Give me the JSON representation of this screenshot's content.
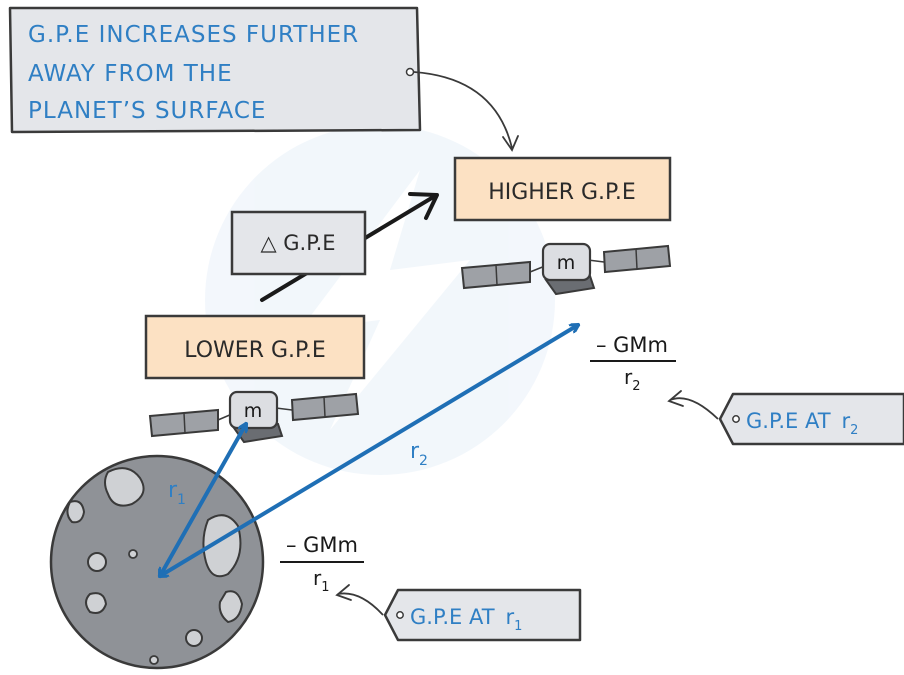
{
  "header_label": {
    "lines": [
      "G.P.E  INCREASES  FURTHER",
      "AWAY  FROM  THE",
      "PLANET’S  SURFACE"
    ]
  },
  "higher_label": "HIGHER  G.P.E",
  "lower_label": "LOWER  G.P.E",
  "delta_label": "△ G.P.E",
  "satellite_mass": "m",
  "r1_label": {
    "base": "r",
    "sub": "1"
  },
  "r2_label": {
    "base": "r",
    "sub": "2"
  },
  "formula_r1": {
    "numerator": "– GMm",
    "denominator": "r",
    "sub": "1"
  },
  "formula_r2": {
    "numerator": "– GMm",
    "denominator": "r",
    "sub": "2"
  },
  "tag_r1": {
    "text": "G.P.E  AT",
    "var": "r",
    "sub": "1"
  },
  "tag_r2": {
    "text": "G.P.E  AT",
    "var": "r",
    "sub": "2"
  },
  "colors": {
    "blue_text": "#2f7fc4",
    "blue_arrow": "#1f6fb5",
    "box_grey": "#e4e6ea",
    "box_orange": "#fce1c3",
    "planet": "#8f9297",
    "outline": "#3a3a3a"
  }
}
